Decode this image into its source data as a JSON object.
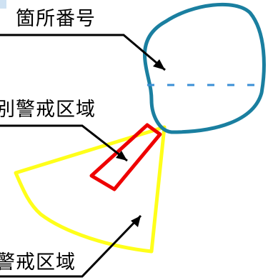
{
  "labels": {
    "location_number": "箇所番号",
    "special_warning_zone": "別警戒区域",
    "warning_zone": "警戒区域"
  },
  "colors": {
    "location_outline": "#1a7fa0",
    "location_dash": "#3b8fd6",
    "warning_zone_fill": "#ffff1a",
    "special_zone_outline": "#ee0000",
    "leader_line": "#000000"
  }
}
